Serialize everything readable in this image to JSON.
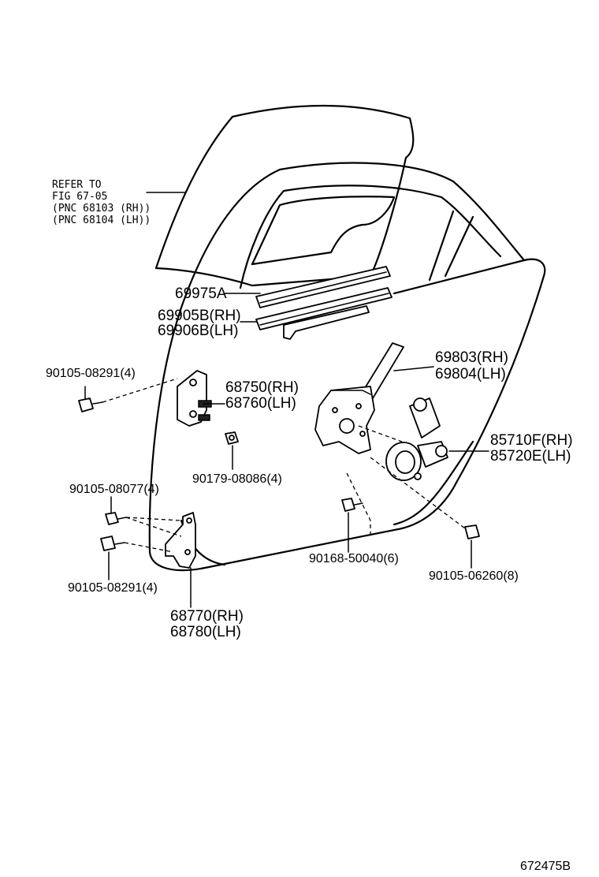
{
  "reference_note": {
    "line1": "REFER TO",
    "line2": "FIG 67-05",
    "line3": "(PNC 68103 (RH))",
    "line4": "(PNC 68104 (LH))"
  },
  "callouts": {
    "weatherstrip_upper": "69975A",
    "weatherstrip_rh": "69905B(RH)",
    "weatherstrip_lh": "69906B(LH)",
    "bolt_upper_hinge": "90105-08291(4)",
    "upper_hinge_rh": "68750(RH)",
    "upper_hinge_lh": "68760(LH)",
    "nut_upper_hinge": "90179-08086(4)",
    "regulator_rh": "69803(RH)",
    "regulator_lh": "69804(LH)",
    "motor_rh": "85710F(RH)",
    "motor_lh": "85720E(LH)",
    "bolt_lower_hinge_top": "90105-08077(4)",
    "bolt_lower_hinge_bottom": "90105-08291(4)",
    "bolt_regulator": "90168-50040(6)",
    "bolt_motor": "90105-06260(8)",
    "lower_hinge_rh": "68770(RH)",
    "lower_hinge_lh": "68780(LH)"
  },
  "figure_id": "672475B"
}
